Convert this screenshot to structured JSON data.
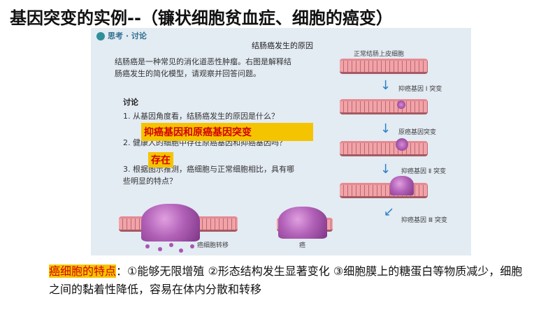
{
  "slide": {
    "title": "基因突变的实例--（镰状细胞贫血症、细胞的癌变）"
  },
  "figure": {
    "badge": "思考 · 讨论",
    "title": "结肠癌发生的原因",
    "intro": "结肠癌是一种常见的消化道恶性肿瘤。右图是解释结肠癌发生的简化模型，请观察并回答问题。",
    "discussion_title": "讨论",
    "questions": [
      "1. 从基因角度看，结肠癌发生的原因是什么？",
      "2. 健康人的细胞中存在原癌基因和抑癌基因吗？",
      "3. 根据图示推测，癌细胞与正常细胞相比，具有哪些明显的特点？"
    ],
    "stages": {
      "normal": "正常结肠上皮细胞",
      "step1": "抑癌基因 Ⅰ 突变",
      "step2": "原癌基因突变",
      "step3": "抑癌基因 Ⅱ 突变",
      "step4": "抑癌基因 Ⅲ 突变",
      "cancer": "癌",
      "metastasis": "癌细胞转移"
    }
  },
  "answers": {
    "q1": "抑癌基因和原癌基因突变",
    "q2": "存在"
  },
  "summary": {
    "label": "癌细胞的特点",
    "text": "：①能够无限增殖 ②形态结构发生显著变化 ③细胞膜上的糖蛋白等物质减少，细胞之间的黏着性降低，容易在体内分散和转移"
  },
  "colors": {
    "highlight": "#f5c400",
    "answer_text": "#d40000",
    "arrow": "#2a82c9"
  }
}
